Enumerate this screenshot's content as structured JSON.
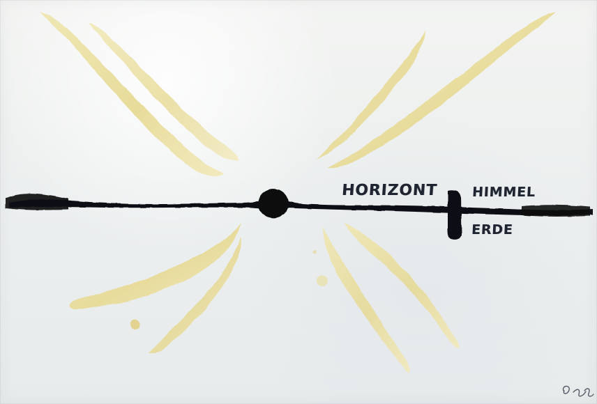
{
  "artwork": {
    "labels": {
      "horizon": "HORIZONT",
      "sky": "HIMMEL",
      "earth": "ERDE"
    },
    "palette": {
      "paper": "#f3f4f2",
      "ink": "#101112",
      "sun_rays": "#e9de9a",
      "ray_shadow": "#d6c67b"
    }
  }
}
